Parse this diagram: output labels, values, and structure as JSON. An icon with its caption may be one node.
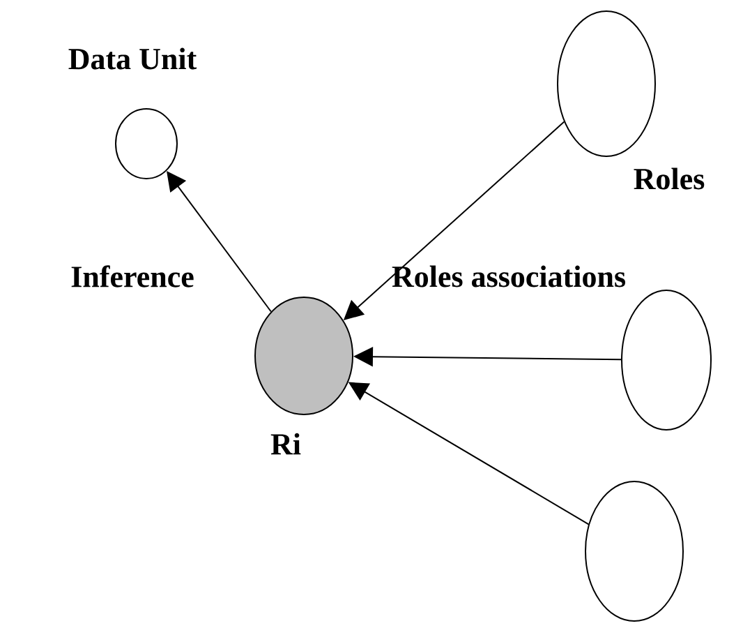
{
  "diagram": {
    "nodes": [
      {
        "text": [],
        "shape": "circle",
        "beside": [
          "Data Unit"
        ]
      },
      {
        "text": [],
        "shape": "circle",
        "beside": [
          "Ri"
        ]
      },
      {
        "text": [],
        "shape": "circle",
        "beside": [
          "Roles"
        ]
      },
      {
        "text": [],
        "shape": "circle"
      },
      {
        "text": [],
        "shape": "circle"
      }
    ],
    "edges": [
      {
        "from": 1,
        "to": 0,
        "arrow": "to",
        "label": "Inference"
      },
      {
        "from": 2,
        "to": 1,
        "arrow": "to"
      },
      {
        "from": 3,
        "to": 1,
        "arrow": "to"
      },
      {
        "from": 4,
        "to": 1,
        "arrow": "to"
      }
    ],
    "labels": [
      "Roles associations"
    ]
  }
}
